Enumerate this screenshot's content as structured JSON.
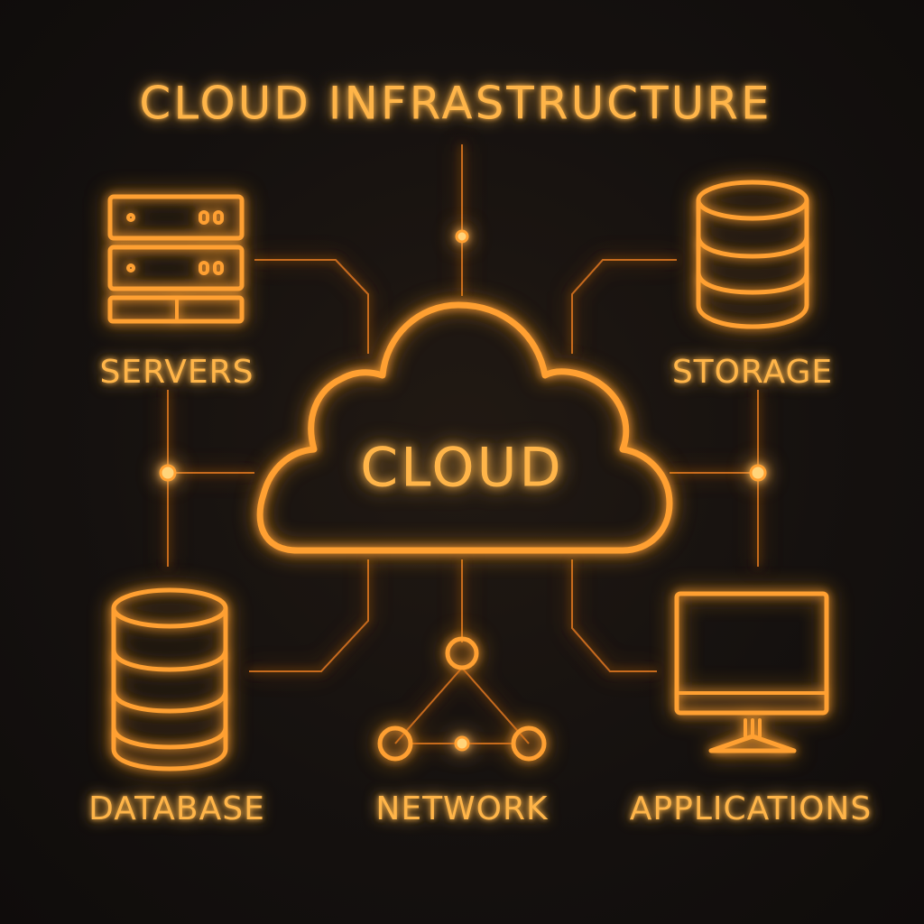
{
  "title": "CLOUD INFRASTRUCTURE",
  "center": {
    "label": "CLOUD",
    "icon": "cloud-icon"
  },
  "components": [
    {
      "id": "servers",
      "label": "SERVERS",
      "icon": "server-rack-icon"
    },
    {
      "id": "storage",
      "label": "STORAGE",
      "icon": "storage-cylinder-icon"
    },
    {
      "id": "database",
      "label": "DATABASE",
      "icon": "database-cylinder-icon"
    },
    {
      "id": "network",
      "label": "NETWORK",
      "icon": "network-nodes-icon"
    },
    {
      "id": "applications",
      "label": "APPLICATIONS",
      "icon": "monitor-icon"
    }
  ],
  "colors": {
    "background": "#141110",
    "neon": "#ffa030",
    "text": "#ffb54a"
  }
}
